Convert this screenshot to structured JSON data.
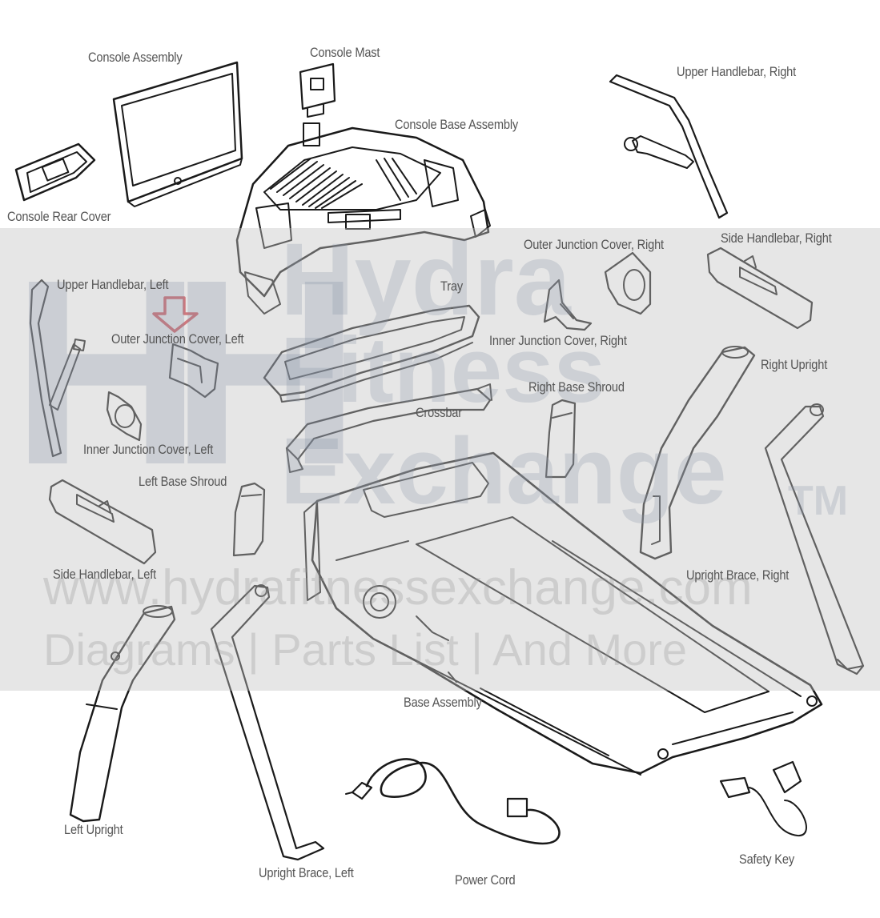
{
  "diagram": {
    "labels": {
      "console_assembly": "Console Assembly",
      "console_mast": "Console Mast",
      "console_base_assembly": "Console Base Assembly",
      "upper_handlebar_right": "Upper Handlebar, Right",
      "console_rear_cover": "Console Rear Cover",
      "outer_junction_cover_right": "Outer Junction Cover, Right",
      "side_handlebar_right": "Side Handlebar, Right",
      "upper_handlebar_left": "Upper Handlebar, Left",
      "tray": "Tray",
      "outer_junction_cover_left": "Outer Junction Cover, Left",
      "inner_junction_cover_right": "Inner Junction Cover, Right",
      "right_upright": "Right Upright",
      "right_base_shroud": "Right Base Shroud",
      "crossbar": "Crossbar",
      "inner_junction_cover_left": "Inner Junction Cover, Left",
      "left_base_shroud": "Left Base Shroud",
      "side_handlebar_left": "Side Handlebar, Left",
      "upright_brace_right": "Upright Brace, Right",
      "base_assembly": "Base Assembly",
      "left_upright": "Left Upright",
      "upright_brace_left": "Upright Brace, Left",
      "power_cord": "Power Cord",
      "safety_key": "Safety Key"
    },
    "watermark": {
      "line1": "Hydra",
      "line2": "Fitness",
      "line3": "Exchange",
      "tm": "TM",
      "url": "www.hydrafitnessexchange.com",
      "tagline": "Diagrams | Parts List | And More"
    },
    "colors": {
      "line_art": "#1a1a1a",
      "label_text": "#555555",
      "highlight_arrow": "#d8434b",
      "watermark_band": "#c4c4c4"
    }
  }
}
